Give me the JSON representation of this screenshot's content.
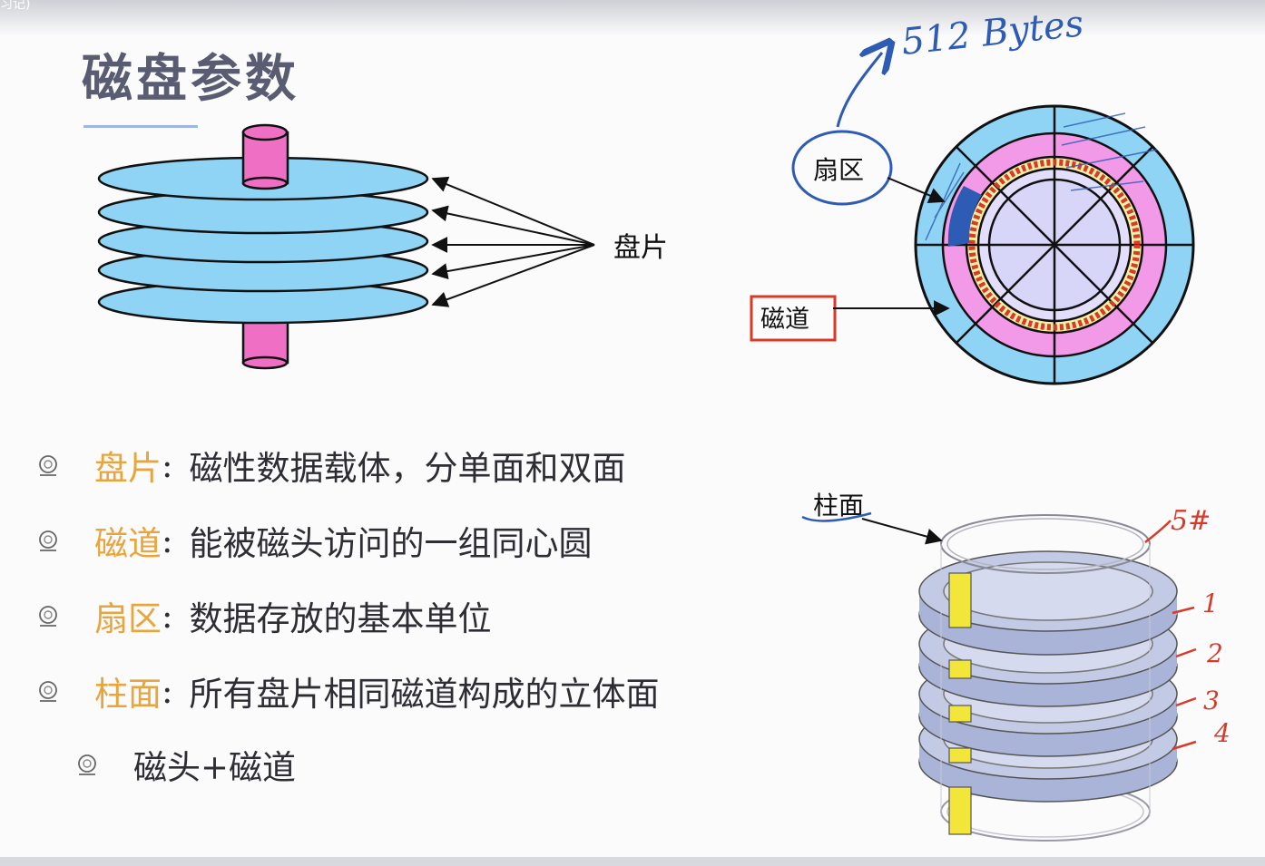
{
  "corner": "习记)",
  "title": "磁盘参数",
  "diagram": {
    "platter_label": "盘片",
    "sector_label": "扇区",
    "track_label": "磁道",
    "sector_size_note": "512 Bytes",
    "cylinder_label": "柱面",
    "cylinder_marks": [
      "5#",
      "1",
      "2",
      "3",
      "4"
    ]
  },
  "bullets": [
    {
      "term": "盘片",
      "colon": ":",
      "desc": "磁性数据载体，分单面和双面"
    },
    {
      "term": "磁道",
      "colon": ":",
      "desc": "能被磁头访问的一组同心圆"
    },
    {
      "term": "扇区",
      "colon": ":",
      "desc": "数据存放的基本单位"
    },
    {
      "term": "柱面",
      "colon": ":",
      "desc": "所有盘片相同磁道构成的立体面"
    }
  ],
  "sub_bullet": "磁头+磁道",
  "colors": {
    "platter": "#8fd3f5",
    "spindle": "#ee6fc4",
    "term": "#e9a53d",
    "annotation_blue": "#2e5bb3",
    "annotation_red": "#d83a2a",
    "cylinder_disk": "#a9b4d8",
    "head_bar": "#f2e63a"
  },
  "icons": [
    "bullet-seal-icon"
  ]
}
